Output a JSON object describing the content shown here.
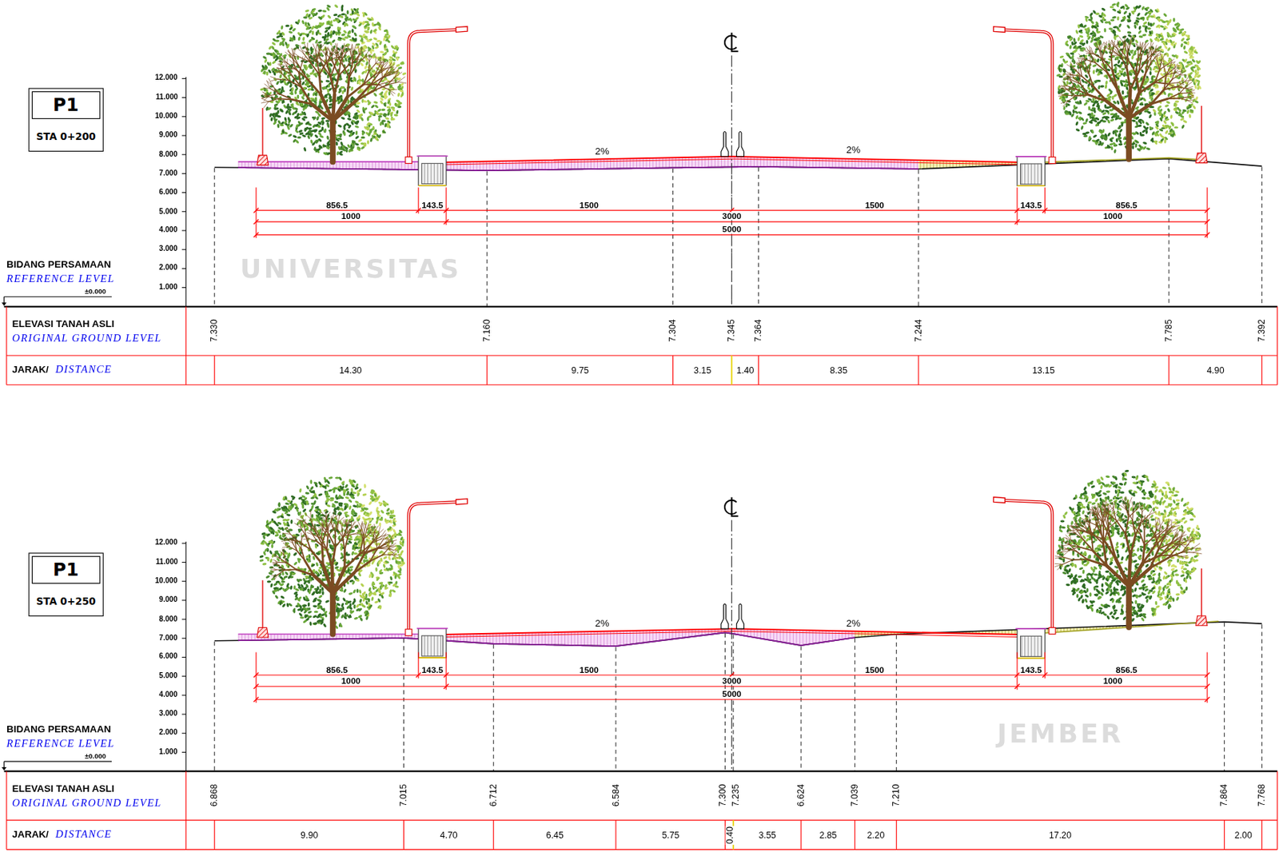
{
  "diagram": {
    "nodes": [
      {
        "text": [
          "STA 0+200"
        ]
      },
      {
        "text": [
          "P1"
        ],
        "in": 0
      },
      {
        "text": [
          "STA 0+250"
        ]
      },
      {
        "text": [
          "P1"
        ],
        "in": 2
      }
    ],
    "labels": [
      "12.000",
      "11.000",
      "10.000",
      "9.000",
      "8.000",
      "7.000",
      "6.000",
      "5.000",
      "4.000",
      "3.000",
      "2.000",
      "1.000",
      "BIDANG PERSAMAAN",
      "REFERENCE LEVEL",
      "±0.000",
      "2%",
      "2%",
      "856.5",
      "143.5",
      "1500",
      "1500",
      "143.5",
      "856.5",
      "1000",
      "3000",
      "1000",
      "5000",
      "ELEVASI TANAH ASLI",
      "ORIGINAL GROUND LEVEL",
      "7.330",
      "7.160",
      "7.304",
      "7.345",
      "7.364",
      "7.244",
      "7.785",
      "7.392",
      "JARAK/",
      "DISTANCE",
      "14.30",
      "9.75",
      "3.15",
      "1.40",
      "8.35",
      "13.15",
      "4.90",
      "12.000",
      "11.000",
      "10.000",
      "9.000",
      "8.000",
      "7.000",
      "6.000",
      "5.000",
      "4.000",
      "3.000",
      "2.000",
      "1.000",
      "BIDANG PERSAMAAN",
      "REFERENCE LEVEL",
      "±0.000",
      "2%",
      "2%",
      "856.5",
      "143.5",
      "1500",
      "1500",
      "143.5",
      "856.5",
      "1000",
      "3000",
      "1000",
      "5000",
      "ELEVASI TANAH ASLI",
      "ORIGINAL GROUND LEVEL",
      "6.868",
      "7.015",
      "6.712",
      "6.584",
      "7.300",
      "7.235",
      "6.624",
      "7.039",
      "7.210",
      "7.864",
      "7.768",
      "JARAK/",
      "DISTANCE",
      "9.90",
      "4.70",
      "6.45",
      "5.75",
      "0.40",
      "3.55",
      "2.85",
      "2.20",
      "17.20",
      "2.00",
      "UNIVERSITAS",
      "JEMBER"
    ]
  }
}
